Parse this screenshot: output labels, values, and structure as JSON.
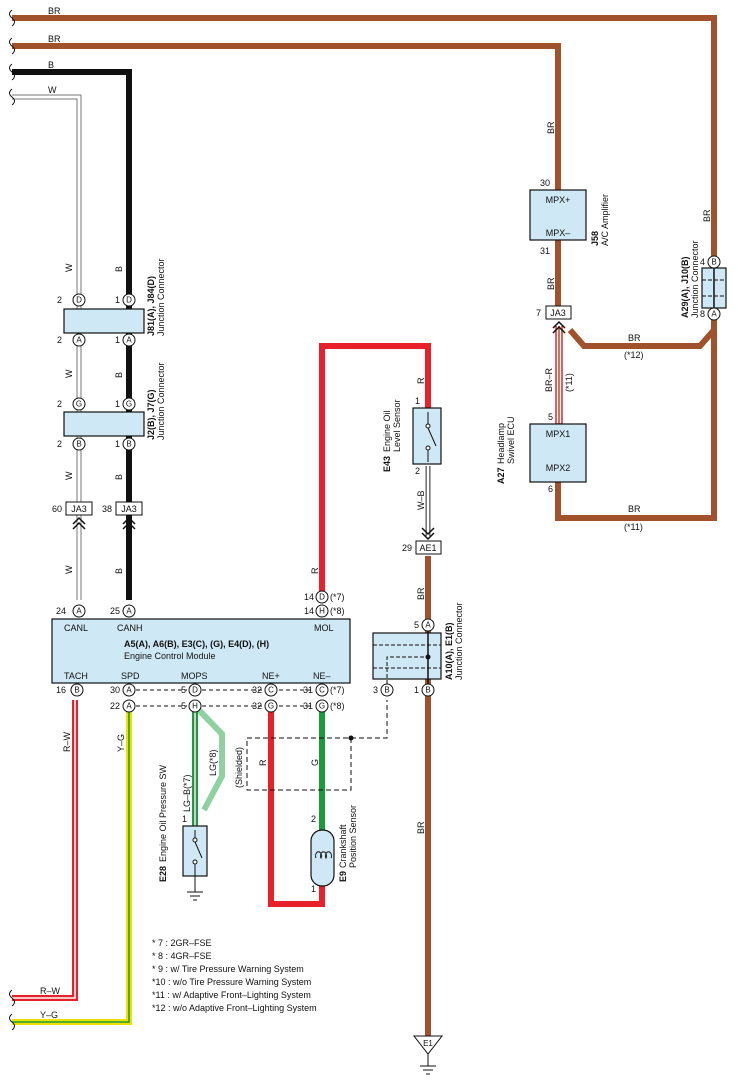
{
  "colors": {
    "brown": "#a0522d",
    "red": "#e8202a",
    "black": "#111111",
    "green": "#1a9c3c",
    "light_green": "#8fd1a0",
    "yellow": "#f0e000",
    "white_wire": "#888888",
    "component_fill": "#cfe8f5"
  },
  "wires": {
    "br": "BR",
    "b": "B",
    "w": "W",
    "r": "R",
    "g": "G",
    "rw": "R–W",
    "yg": "Y–G",
    "wb": "W–B",
    "brr": "BR–R",
    "lgb7": "LG–B(*7)",
    "lg8": "LG(*8)",
    "shielded": "(Shielded)"
  },
  "components": {
    "j81": {
      "id": "J81(A), J84(D)",
      "desc": "Junction Connector"
    },
    "j2": {
      "id": "J2(B), J7(G)",
      "desc": "Junction Connector"
    },
    "ecm": {
      "id": "A5(A), A6(B), E3(C), (G), E4(D), (H)",
      "desc": "Engine Control Module"
    },
    "e43": {
      "id": "E43",
      "desc1": "Engine Oil",
      "desc2": "Level Sensor"
    },
    "a10": {
      "id": "A10(A), E1(B)",
      "desc": "Junction Connector"
    },
    "e28": {
      "id": "E28",
      "desc": "Engine Oil Pressure SW"
    },
    "e9": {
      "id": "E9",
      "desc1": "Crankshaft",
      "desc2": "Position Sensor"
    },
    "j58": {
      "id": "J58",
      "desc": "A/C Amplifier"
    },
    "a29": {
      "id": "A29(A), J10(B)",
      "desc": "Junction Connector"
    },
    "a27": {
      "id": "A27",
      "desc1": "Headlamp",
      "desc2": "Swivel ECU"
    }
  },
  "ecm_terms": {
    "canl": "CANL",
    "canh": "CANH",
    "mol": "MOL",
    "tach": "TACH",
    "spd": "SPD",
    "mops": "MOPS",
    "nep": "NE+",
    "nem": "NE–"
  },
  "j58_terms": {
    "top": "MPX+",
    "bottom": "MPX–"
  },
  "a27_terms": {
    "top": "MPX1",
    "bottom": "MPX2"
  },
  "connectors": {
    "ja3": "JA3",
    "ae1": "AE1",
    "e1": "E1"
  },
  "pins": {
    "p2": "2",
    "p1": "1",
    "p60": "60",
    "p38": "38",
    "p24": "24",
    "p25": "25",
    "p14": "14",
    "p16": "16",
    "p30": "30",
    "p22": "22",
    "p5": "5",
    "p32": "32",
    "p31": "31",
    "p3": "3",
    "p29": "29",
    "p7": "7",
    "p4": "4",
    "p8": "8",
    "p6": "6",
    "A": "A",
    "B": "B",
    "C": "C",
    "D": "D",
    "G": "G",
    "H": "H"
  },
  "notes_marks": {
    "n7": "(*7)",
    "n8": "(*8)",
    "n11": "(*11)",
    "n12": "(*12)"
  },
  "notes": [
    "* 7 : 2GR–FSE",
    "* 8 : 4GR–FSE",
    "* 9 : w/ Tire Pressure Warning System",
    "*10 : w/o Tire Pressure Warning System",
    "*11 : w/ Adaptive Front–Lighting System",
    "*12 : w/o Adaptive Front–Lighting System"
  ]
}
